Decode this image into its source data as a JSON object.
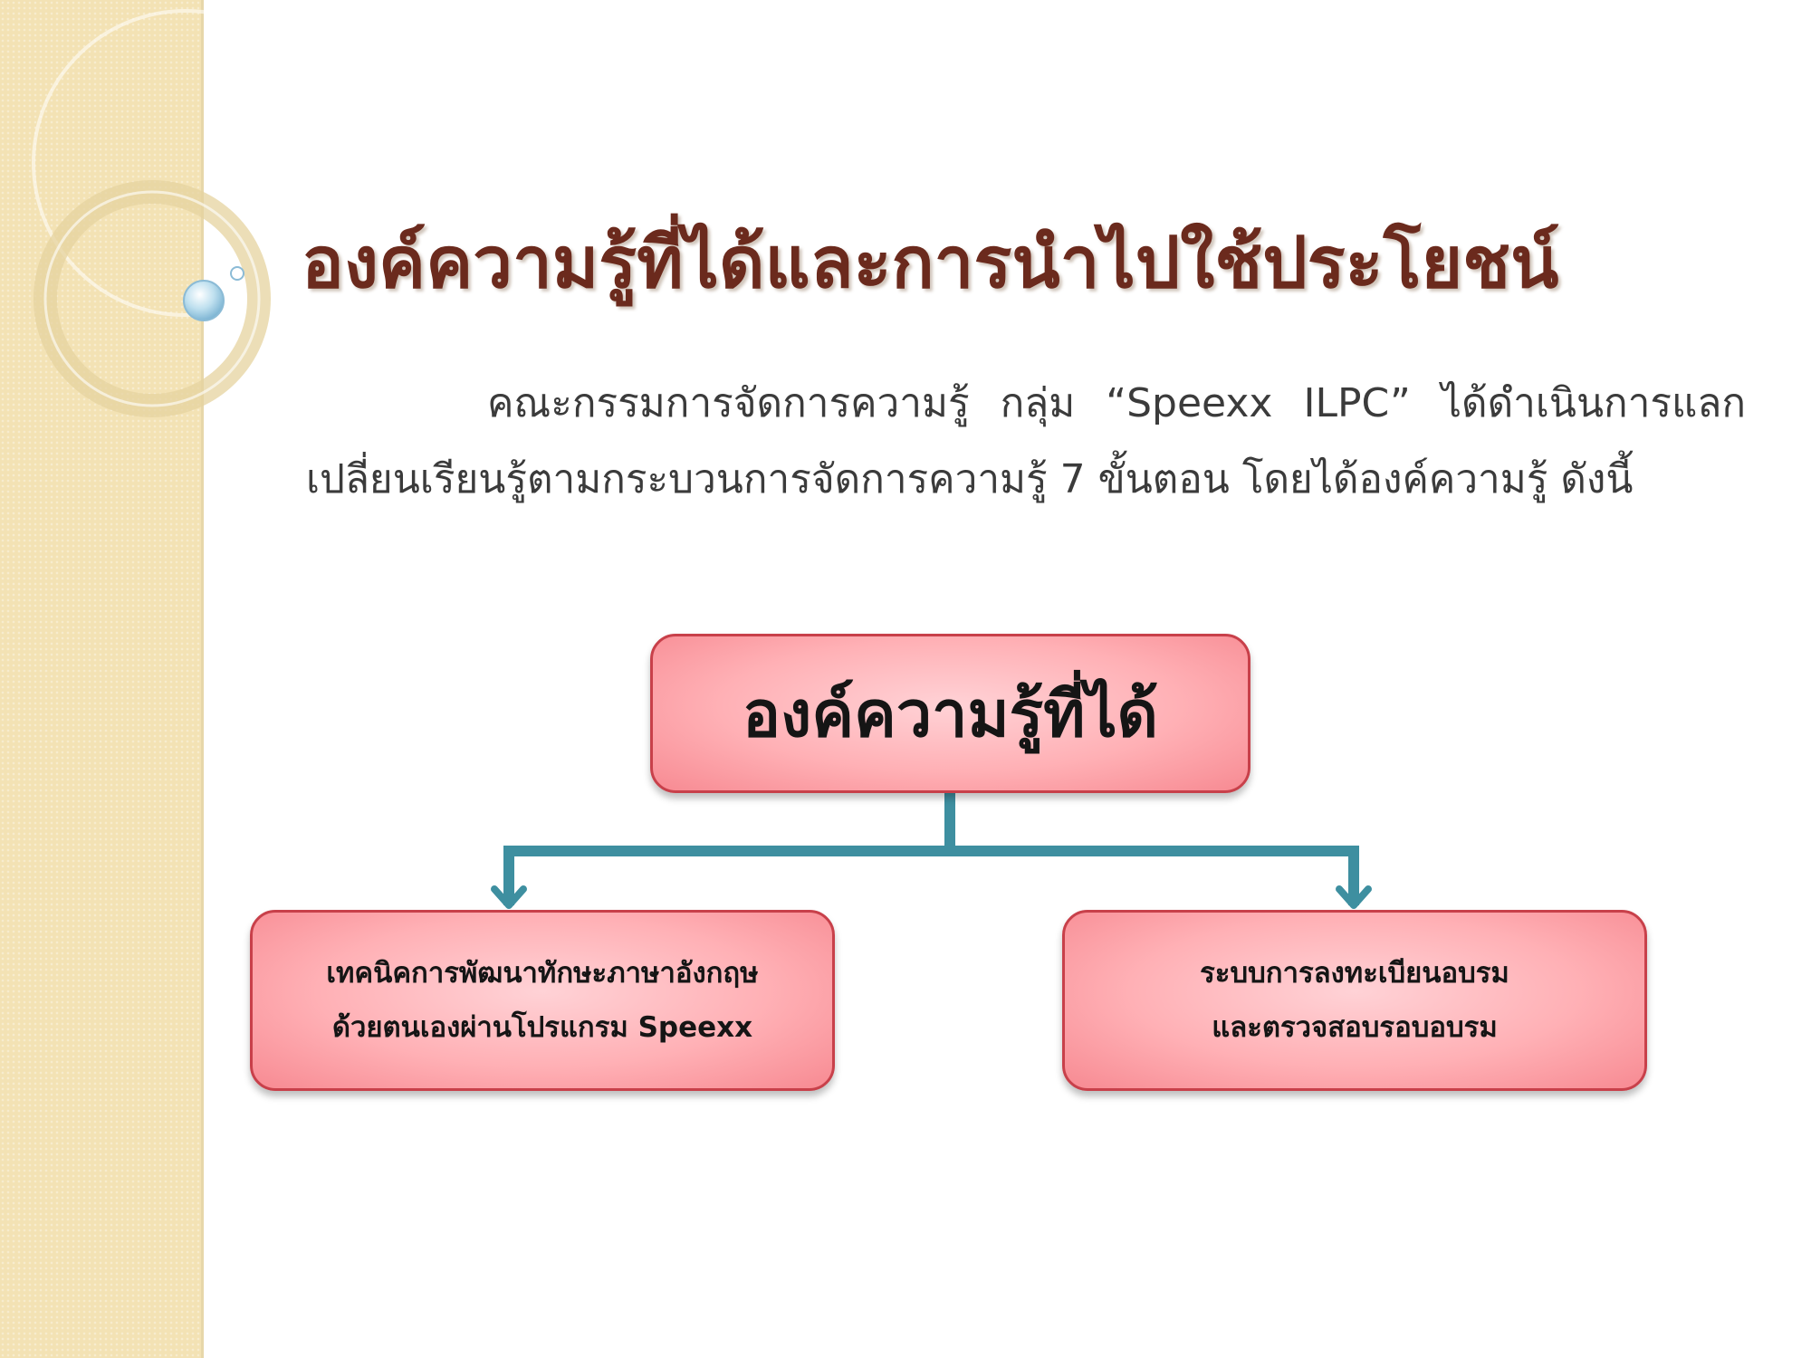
{
  "title": "องค์ความรู้ที่ได้และการนำไปใช้ประโยชน์",
  "intro": "คณะกรรมการจัดการความรู้ กลุ่ม “Speexx ILPC” ได้ดำเนินการแลกเปลี่ยนเรียนรู้ตามกระบวนการจัดการความรู้ 7 ขั้นตอน โดยได้องค์ความรู้ ดังนี้",
  "diagram": {
    "root": "องค์ความรู้ที่ได้",
    "children": [
      {
        "line1": "เทคนิคการพัฒนาทักษะภาษาอังกฤษ",
        "line2": "ด้วยตนเองผ่านโปรแกรม Speexx"
      },
      {
        "line1": "ระบบการลงทะเบียนอบรม",
        "line2": "และตรวจสอบรอบอบรม"
      }
    ]
  },
  "colors": {
    "side_band": "#f3e2b4",
    "title": "#6b2a1d",
    "box_border": "#c8404a",
    "box_fill": "#ffb0b5",
    "connector": "#3e8fa0"
  }
}
